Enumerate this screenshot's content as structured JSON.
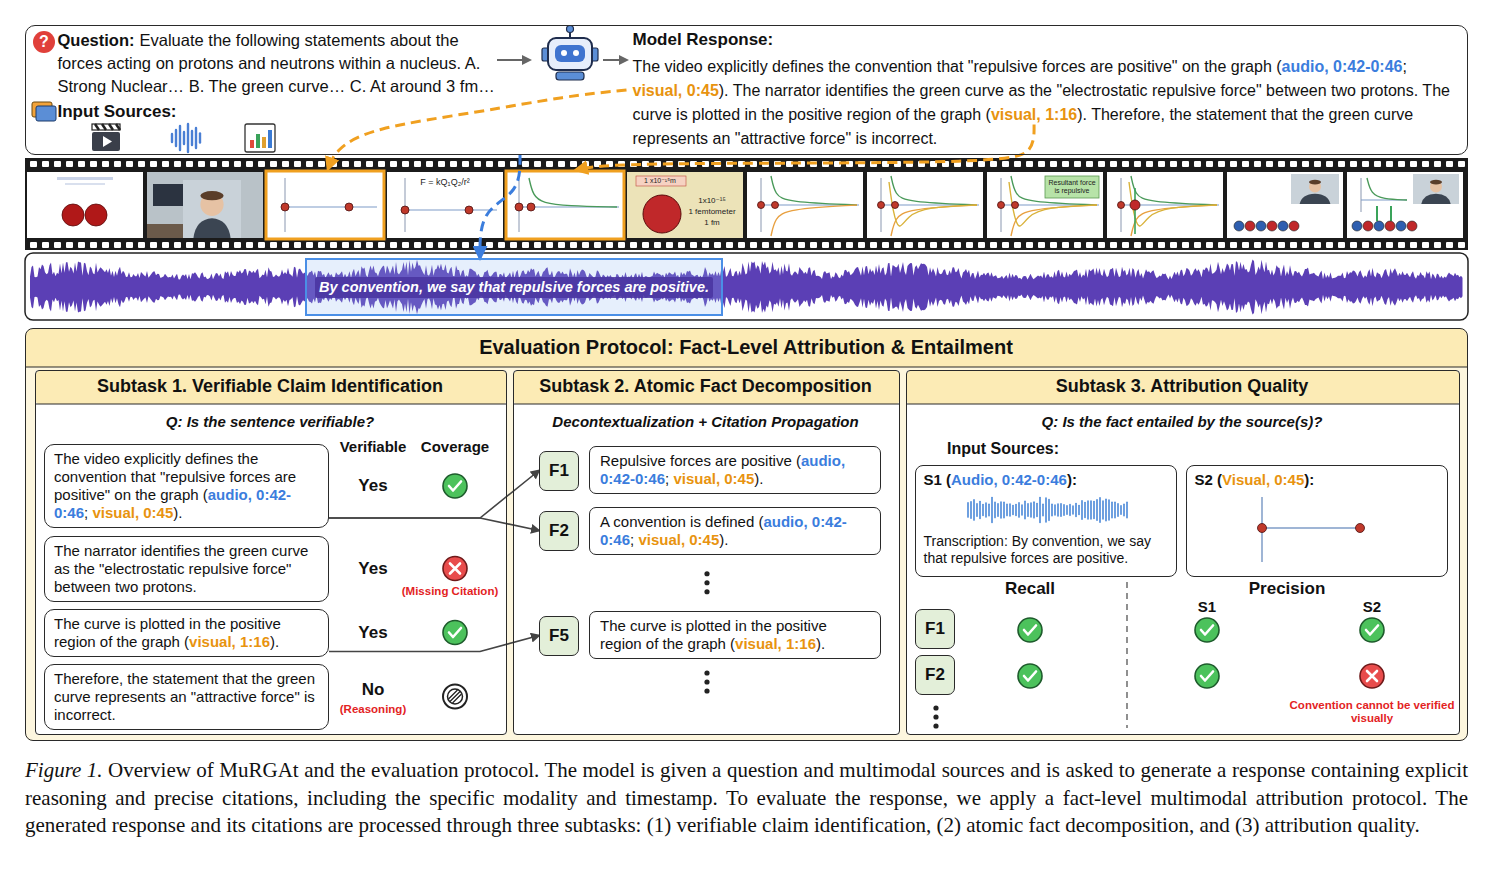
{
  "diagram": {
    "caption": "Figure 1. Overview of MuRGAt and the evaluation protocol. The model is given a question and multimodal sources and is asked to generate a response containing explicit reasoning and precise citations, including the specific modality and timestamp. To evaluate the response, we apply a fact-level multimodal attribution protocol. The generated response and its citations are processed through three subtasks: (1) verifiable claim identification, (2) atomic fact decomposition, and (3) attribution quality.",
    "nodes": [
      {
        "text": [
          "Question:",
          "Evaluate the following statements about the forces acting on protons and neutrons within a nucleus. A. Strong Nuclear… B. The green curve… C. At around 3 fm…",
          "Input Sources:",
          "Model Response:",
          "The video explicitly defines the convention that \"repulsive forces are positive\" on the graph (audio, 0:42-0:46; visual, 0:45). The narrator identifies the green curve as the \"electrostatic repulsive force\" between two protons. The curve is plotted in the positive region of the graph (visual, 1:16). Therefore, the statement that the green curve represents an \"attractive force\" is incorrect."
        ]
      },
      {
        "text": [
          "By convention, we say that repulsive forces are positive."
        ]
      },
      {
        "text": [
          "Evaluation Protocol: Fact-Level Attribution & Entailment"
        ]
      },
      {
        "text": [
          "Subtask 1. Verifiable Claim Identification",
          "Q: Is the sentence verifiable?"
        ],
        "in": 2
      },
      {
        "text": [
          "The video explicitly defines the convention that \"repulsive forces are positive\" on the graph (audio, 0:42-0:46; visual, 0:45)."
        ],
        "in": 3
      },
      {
        "text": [
          "The narrator identifies the green curve as the \"electrostatic repulsive force\" between two protons."
        ],
        "in": 3
      },
      {
        "text": [
          "The curve is plotted in the positive region of the graph (visual, 1:16)."
        ],
        "in": 3
      },
      {
        "text": [
          "Therefore, the statement that the green curve represents an \"attractive force\" is incorrect."
        ],
        "in": 3
      },
      {
        "text": [
          "Subtask 2. Atomic Fact Decomposition",
          "Decontextualization + Citation Propagation"
        ],
        "in": 2
      },
      {
        "text": [
          "F1"
        ],
        "in": 8
      },
      {
        "text": [
          "Repulsive forces are positive (audio, 0:42-0:46; visual, 0:45)."
        ],
        "in": 8
      },
      {
        "text": [
          "F2"
        ],
        "in": 8
      },
      {
        "text": [
          "A convention is defined (audio, 0:42-0:46; visual, 0:45)."
        ],
        "in": 8
      },
      {
        "text": [
          "F5"
        ],
        "in": 8
      },
      {
        "text": [
          "The curve is plotted in the positive region of the graph (visual, 1:16)."
        ],
        "in": 8
      },
      {
        "text": [
          "Subtask 3. Attribution Quality",
          "Q: Is the fact entailed by the source(s)?",
          "Input Sources:"
        ],
        "in": 2
      },
      {
        "text": [
          "S1 (Audio, 0:42-0:46):",
          "Transcription: By convention, we say that repulsive forces are positive."
        ],
        "in": 15
      },
      {
        "text": [
          "S2 (Visual, 0:45):"
        ],
        "in": 15
      },
      {
        "text": [
          "F1"
        ],
        "in": 15
      },
      {
        "text": [
          "F2"
        ],
        "in": 15
      }
    ],
    "edges": [
      {
        "from": 0,
        "to": 1,
        "arrow": "to"
      },
      {
        "from": 4,
        "to": 9,
        "arrow": "to"
      },
      {
        "from": 4,
        "to": 11,
        "arrow": "to"
      },
      {
        "from": 6,
        "to": 13,
        "arrow": "to"
      }
    ],
    "labels": [
      "?",
      "Verifiable",
      "Coverage",
      "Yes",
      "Yes",
      "(Missing Citation)",
      "Yes",
      "No",
      "(Reasoning)",
      "Recall",
      "Precision",
      "S1",
      "S2",
      "Convention cannot be verified visually",
      "F = kQ₁Q₂/r²",
      "1 x10⁻¹⁵m",
      "1x10⁻¹⁵",
      "1 femtometer",
      "1 fm",
      "Resultant force is repulsive"
    ]
  }
}
